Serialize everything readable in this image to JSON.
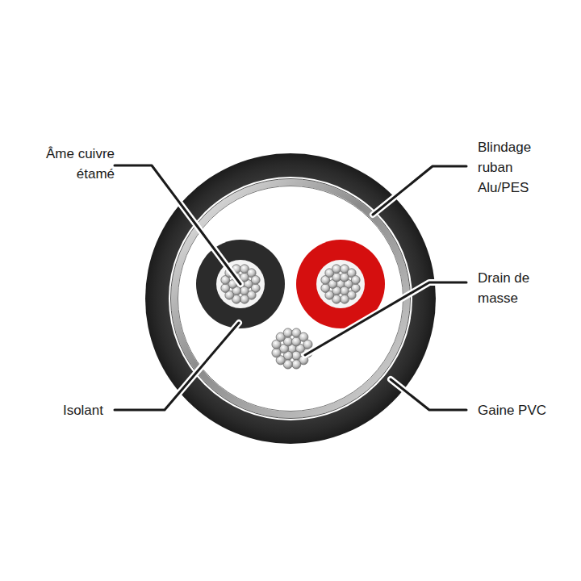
{
  "diagram": {
    "labels": [
      "Âme cuivre étamé",
      "Blindage ruban Alu/PES",
      "Drain de masse",
      "Isolant",
      "Gaine PVC"
    ]
  }
}
